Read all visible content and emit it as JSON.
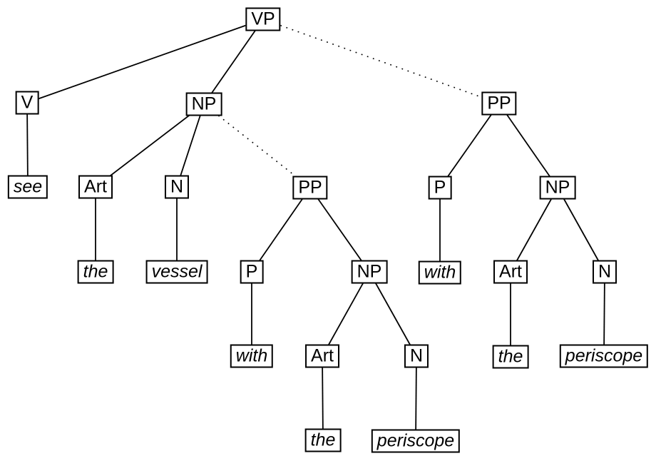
{
  "diagram": {
    "type": "syntax-tree",
    "ink_color": "#000000",
    "background_color": "#ffffff"
  },
  "nodes": [
    {
      "id": "vp",
      "label": "VP",
      "italic": false
    },
    {
      "id": "v",
      "label": "V",
      "italic": false
    },
    {
      "id": "np1",
      "label": "NP",
      "italic": false
    },
    {
      "id": "pp2",
      "label": "PP",
      "italic": false
    },
    {
      "id": "see",
      "label": "see",
      "italic": true
    },
    {
      "id": "art1",
      "label": "Art",
      "italic": false
    },
    {
      "id": "n1",
      "label": "N",
      "italic": false
    },
    {
      "id": "pp1",
      "label": "PP",
      "italic": false
    },
    {
      "id": "p2",
      "label": "P",
      "italic": false
    },
    {
      "id": "np3",
      "label": "NP",
      "italic": false
    },
    {
      "id": "the1",
      "label": "the",
      "italic": true
    },
    {
      "id": "vessel",
      "label": "vessel",
      "italic": true
    },
    {
      "id": "p1",
      "label": "P",
      "italic": false
    },
    {
      "id": "np2",
      "label": "NP",
      "italic": false
    },
    {
      "id": "with2",
      "label": "with",
      "italic": true
    },
    {
      "id": "art3",
      "label": "Art",
      "italic": false
    },
    {
      "id": "n3",
      "label": "N",
      "italic": false
    },
    {
      "id": "with1",
      "label": "with",
      "italic": true
    },
    {
      "id": "art2",
      "label": "Art",
      "italic": false
    },
    {
      "id": "n2",
      "label": "N",
      "italic": false
    },
    {
      "id": "the3",
      "label": "the",
      "italic": true
    },
    {
      "id": "periscope2",
      "label": "periscope",
      "italic": true
    },
    {
      "id": "the2",
      "label": "the",
      "italic": true
    },
    {
      "id": "periscope1",
      "label": "periscope",
      "italic": true
    }
  ],
  "edges": [
    {
      "from": "vp",
      "to": "v",
      "style": "solid"
    },
    {
      "from": "vp",
      "to": "np1",
      "style": "solid"
    },
    {
      "from": "vp",
      "to": "pp2",
      "style": "dotted"
    },
    {
      "from": "v",
      "to": "see",
      "style": "solid"
    },
    {
      "from": "np1",
      "to": "art1",
      "style": "solid"
    },
    {
      "from": "np1",
      "to": "n1",
      "style": "solid"
    },
    {
      "from": "np1",
      "to": "pp1",
      "style": "dotted"
    },
    {
      "from": "art1",
      "to": "the1",
      "style": "solid"
    },
    {
      "from": "n1",
      "to": "vessel",
      "style": "solid"
    },
    {
      "from": "pp1",
      "to": "p1",
      "style": "solid"
    },
    {
      "from": "pp1",
      "to": "np2",
      "style": "solid"
    },
    {
      "from": "p1",
      "to": "with1",
      "style": "solid"
    },
    {
      "from": "np2",
      "to": "art2",
      "style": "solid"
    },
    {
      "from": "np2",
      "to": "n2",
      "style": "solid"
    },
    {
      "from": "art2",
      "to": "the2",
      "style": "solid"
    },
    {
      "from": "n2",
      "to": "periscope1",
      "style": "solid"
    },
    {
      "from": "pp2",
      "to": "p2",
      "style": "solid"
    },
    {
      "from": "pp2",
      "to": "np3",
      "style": "solid"
    },
    {
      "from": "p2",
      "to": "with2",
      "style": "solid"
    },
    {
      "from": "np3",
      "to": "art3",
      "style": "solid"
    },
    {
      "from": "np3",
      "to": "n3",
      "style": "solid"
    },
    {
      "from": "art3",
      "to": "the3",
      "style": "solid"
    },
    {
      "from": "n3",
      "to": "periscope2",
      "style": "solid"
    }
  ]
}
